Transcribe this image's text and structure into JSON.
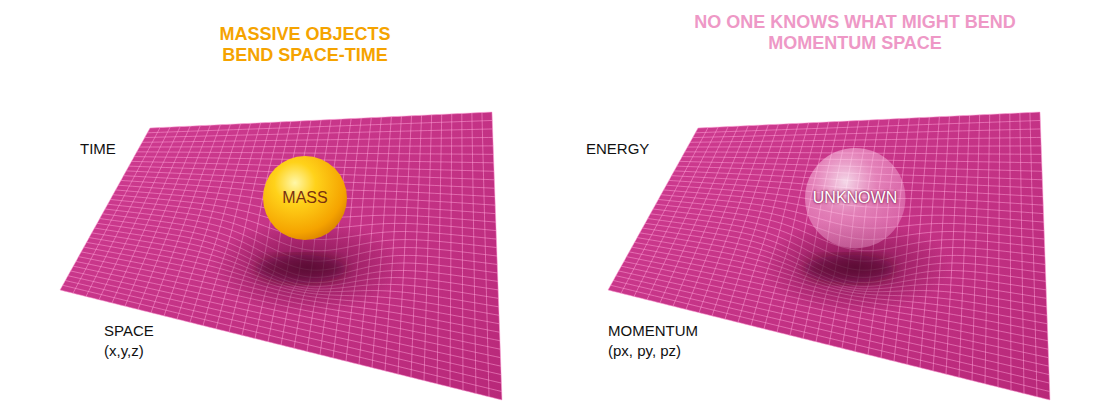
{
  "diagram": {
    "nodes": [
      {
        "text": [
          "MASS"
        ]
      },
      {
        "text": [
          "UNKNOWN"
        ]
      }
    ],
    "labels": [
      "MASSIVE OBJECTS BEND SPACE-TIME",
      "NO ONE KNOWS WHAT MIGHT BEND MOMENTUM SPACE",
      "TIME",
      "SPACE",
      "(x,y,z)",
      "ENERGY",
      "MOMENTUM",
      "(px, py, pz)"
    ]
  }
}
